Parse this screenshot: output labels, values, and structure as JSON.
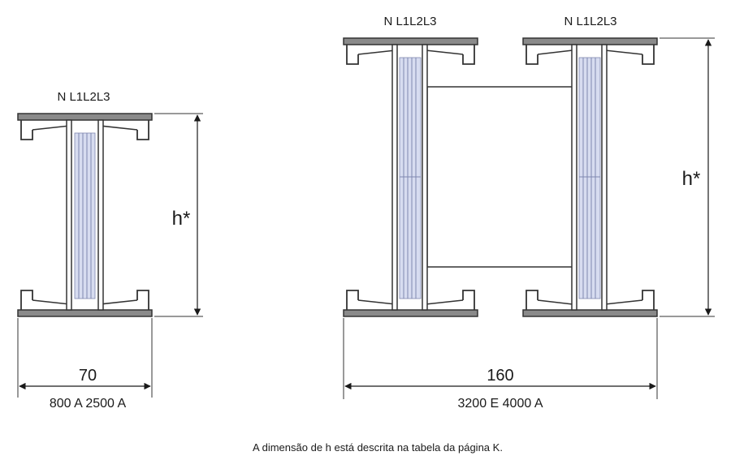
{
  "left": {
    "phase_label": "N L1L2L3",
    "height_label": "h*",
    "width_value": "70",
    "current_range": "800 A 2500 A"
  },
  "right": {
    "phase_label_a": "N L1L2L3",
    "phase_label_b": "N L1L2L3",
    "height_label": "h*",
    "width_value": "160",
    "current_range": "3200 E 4000 A"
  },
  "caption": "A dimensão de h está descrita na tabela da página K."
}
